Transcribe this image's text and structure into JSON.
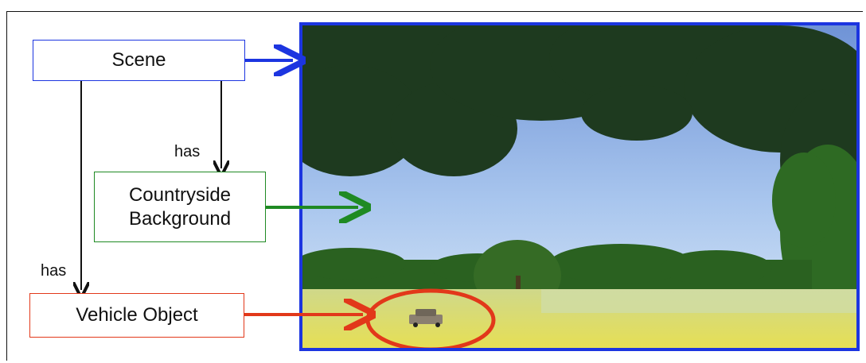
{
  "diagram": {
    "nodes": {
      "scene": "Scene",
      "background": "Countryside Background",
      "vehicle": "Vehicle Object"
    },
    "edge_labels": {
      "scene_to_background": "has",
      "scene_to_vehicle": "has"
    },
    "colors": {
      "scene": "#1c35e0",
      "background": "#1f8a23",
      "vehicle": "#e2381a",
      "connector": "#111111"
    }
  },
  "photo": {
    "description_icon": "countryside-photo"
  }
}
